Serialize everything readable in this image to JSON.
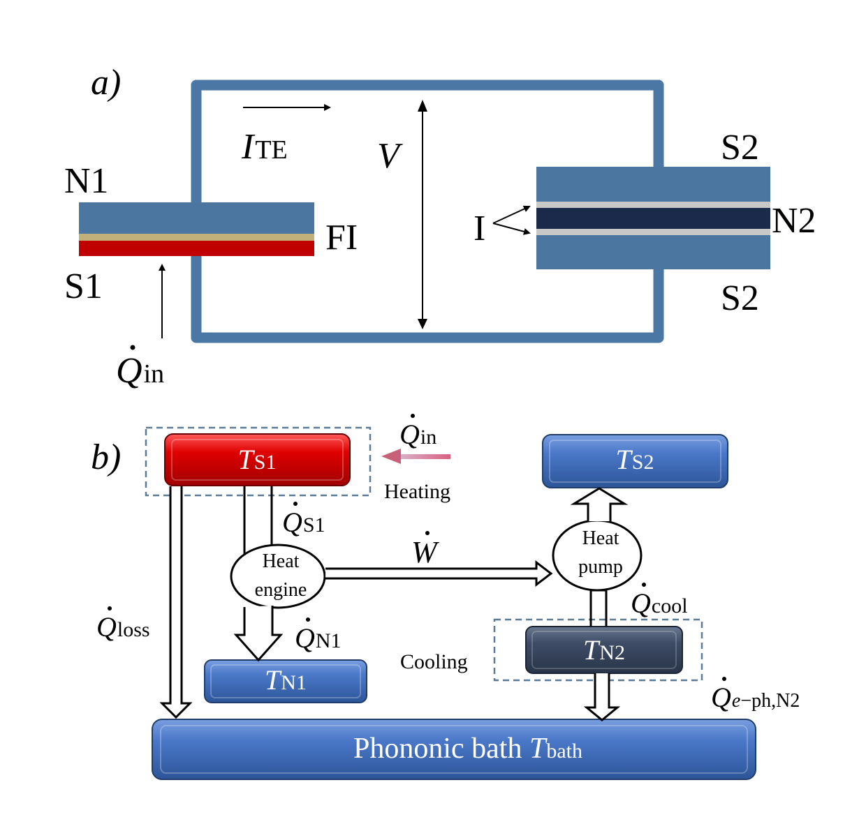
{
  "panel_a": {
    "label": "a)",
    "current_symbol": "I",
    "current_subscript": "TE",
    "voltage": "V",
    "n1": "N1",
    "s1": "S1",
    "fi": "FI",
    "s2_top": "S2",
    "s2_bottom": "S2",
    "n2": "N2",
    "insulator": "I",
    "q_symbol": "Q",
    "q_subscript": "in"
  },
  "panel_b": {
    "label": "b)",
    "boxes": {
      "ts1": {
        "symbol": "T",
        "subscript": "S1"
      },
      "ts2": {
        "symbol": "T",
        "subscript": "S2"
      },
      "tn1": {
        "symbol": "T",
        "subscript": "N1"
      },
      "tn2": {
        "symbol": "T",
        "subscript": "N2"
      },
      "bath": {
        "text": "Phononic bath ",
        "symbol": "T",
        "subscript": "bath"
      }
    },
    "heat_engine": {
      "line1": "Heat",
      "line2": "engine"
    },
    "heat_pump": {
      "line1": "Heat",
      "line2": "pump"
    },
    "heating": "Heating",
    "cooling": "Cooling",
    "q_symbol": "Q",
    "w_symbol": "W",
    "flows": {
      "q_in": "in",
      "q_s1": "S1",
      "q_n1": "N1",
      "q_loss": "loss",
      "q_cool": "cool",
      "q_eph_italic": "e",
      "q_eph_rest": "−ph,N2"
    }
  },
  "colors": {
    "wire": "#4a77a3",
    "block_blue": "#4a76a0",
    "fi_layer": "#c2b07a",
    "s1_red": "#c00000",
    "n2_dark": "#1b2a4a",
    "box_blue": "#4472c4",
    "box_red": "#e00000",
    "box_dark": "#3a4860",
    "dashed": "#5a7a96",
    "pink_arrow": "#d87090"
  }
}
